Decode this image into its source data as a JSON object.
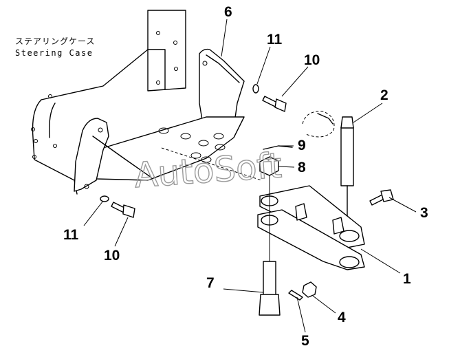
{
  "caption": {
    "japanese": "ステアリングケース",
    "english": "Steering Case"
  },
  "watermark": "AutoSoft",
  "callouts": [
    {
      "id": "6",
      "label": "6"
    },
    {
      "id": "11a",
      "label": "11"
    },
    {
      "id": "10a",
      "label": "10"
    },
    {
      "id": "2",
      "label": "2"
    },
    {
      "id": "9",
      "label": "9"
    },
    {
      "id": "8",
      "label": "8"
    },
    {
      "id": "3",
      "label": "3"
    },
    {
      "id": "11b",
      "label": "11"
    },
    {
      "id": "10b",
      "label": "10"
    },
    {
      "id": "1",
      "label": "1"
    },
    {
      "id": "7",
      "label": "7"
    },
    {
      "id": "4",
      "label": "4"
    },
    {
      "id": "5",
      "label": "5"
    }
  ],
  "colors": {
    "line": "#000000",
    "background": "#ffffff",
    "watermark": "#9a9a9a"
  }
}
